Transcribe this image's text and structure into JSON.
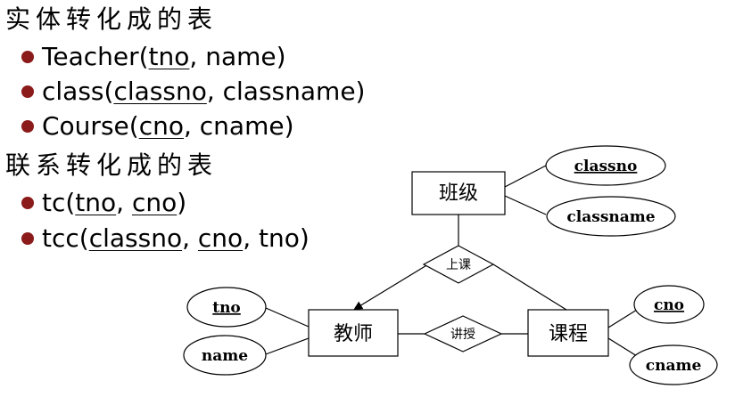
{
  "headings": {
    "entity": "实体转化成的表",
    "relationship": "联系转化成的表"
  },
  "entity_tables": [
    {
      "parts": [
        {
          "text": "Teacher(",
          "key": false
        },
        {
          "text": "tno",
          "key": true
        },
        {
          "text": ", name)",
          "key": false
        }
      ]
    },
    {
      "parts": [
        {
          "text": "class(",
          "key": false
        },
        {
          "text": "classno",
          "key": true
        },
        {
          "text": ", classname)",
          "key": false
        }
      ]
    },
    {
      "parts": [
        {
          "text": "Course(",
          "key": false
        },
        {
          "text": "cno",
          "key": true
        },
        {
          "text": ", cname)",
          "key": false
        }
      ]
    }
  ],
  "relationship_tables": [
    {
      "parts": [
        {
          "text": "tc(",
          "key": false
        },
        {
          "text": "tno",
          "key": true
        },
        {
          "text": ", ",
          "key": false
        },
        {
          "text": "cno",
          "key": true
        },
        {
          "text": ")",
          "key": false
        }
      ]
    },
    {
      "parts": [
        {
          "text": "tcc(",
          "key": false
        },
        {
          "text": "classno",
          "key": true
        },
        {
          "text": ", ",
          "key": false
        },
        {
          "text": "cno",
          "key": true
        },
        {
          "text": ", tno)",
          "key": false
        }
      ]
    }
  ],
  "diagram": {
    "entities": {
      "class": "班级",
      "teacher": "教师",
      "course": "课程"
    },
    "relationships": {
      "attend": "上课",
      "teach": "讲授"
    },
    "attributes": {
      "classno": "classno",
      "classname": "classname",
      "tno": "tno",
      "name": "name",
      "cno": "cno",
      "cname": "cname"
    }
  },
  "colors": {
    "bullet": "#8b1a1a",
    "text": "#000000"
  }
}
